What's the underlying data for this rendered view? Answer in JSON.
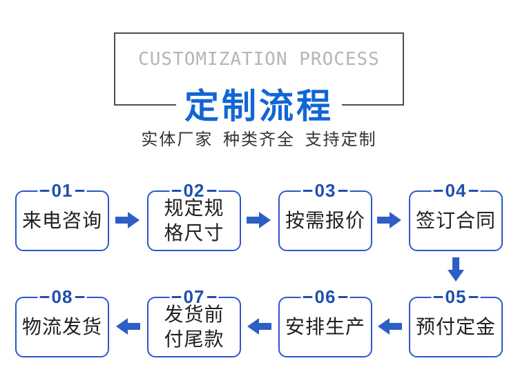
{
  "header": {
    "title_en": "CUSTOMIZATION PROCESS",
    "title_cn": "定制流程",
    "subtitle": "实体厂家 种类齐全 支持定制"
  },
  "steps": [
    {
      "num": "01",
      "label": "来电咨询"
    },
    {
      "num": "02",
      "label": "规定规\n格尺寸"
    },
    {
      "num": "03",
      "label": "按需报价"
    },
    {
      "num": "04",
      "label": "签订合同"
    },
    {
      "num": "05",
      "label": "预付定金"
    },
    {
      "num": "06",
      "label": "安排生产"
    },
    {
      "num": "07",
      "label": "发货前\n付尾款"
    },
    {
      "num": "08",
      "label": "物流发货"
    }
  ],
  "icons": {
    "arrow_right": "arrow-right-icon",
    "arrow_left": "arrow-left-icon",
    "arrow_down": "arrow-down-icon"
  },
  "colors": {
    "title_blue": "#1166d4",
    "deep_blue": "#1e4fae",
    "border_blue": "#2a58c8",
    "arrow_blue": "#2d5ec5",
    "frame_gray": "#4d4d4d",
    "en_gray": "#b5b5b5",
    "subtitle_gray": "#333333",
    "text_dark": "#1f1f1f"
  }
}
